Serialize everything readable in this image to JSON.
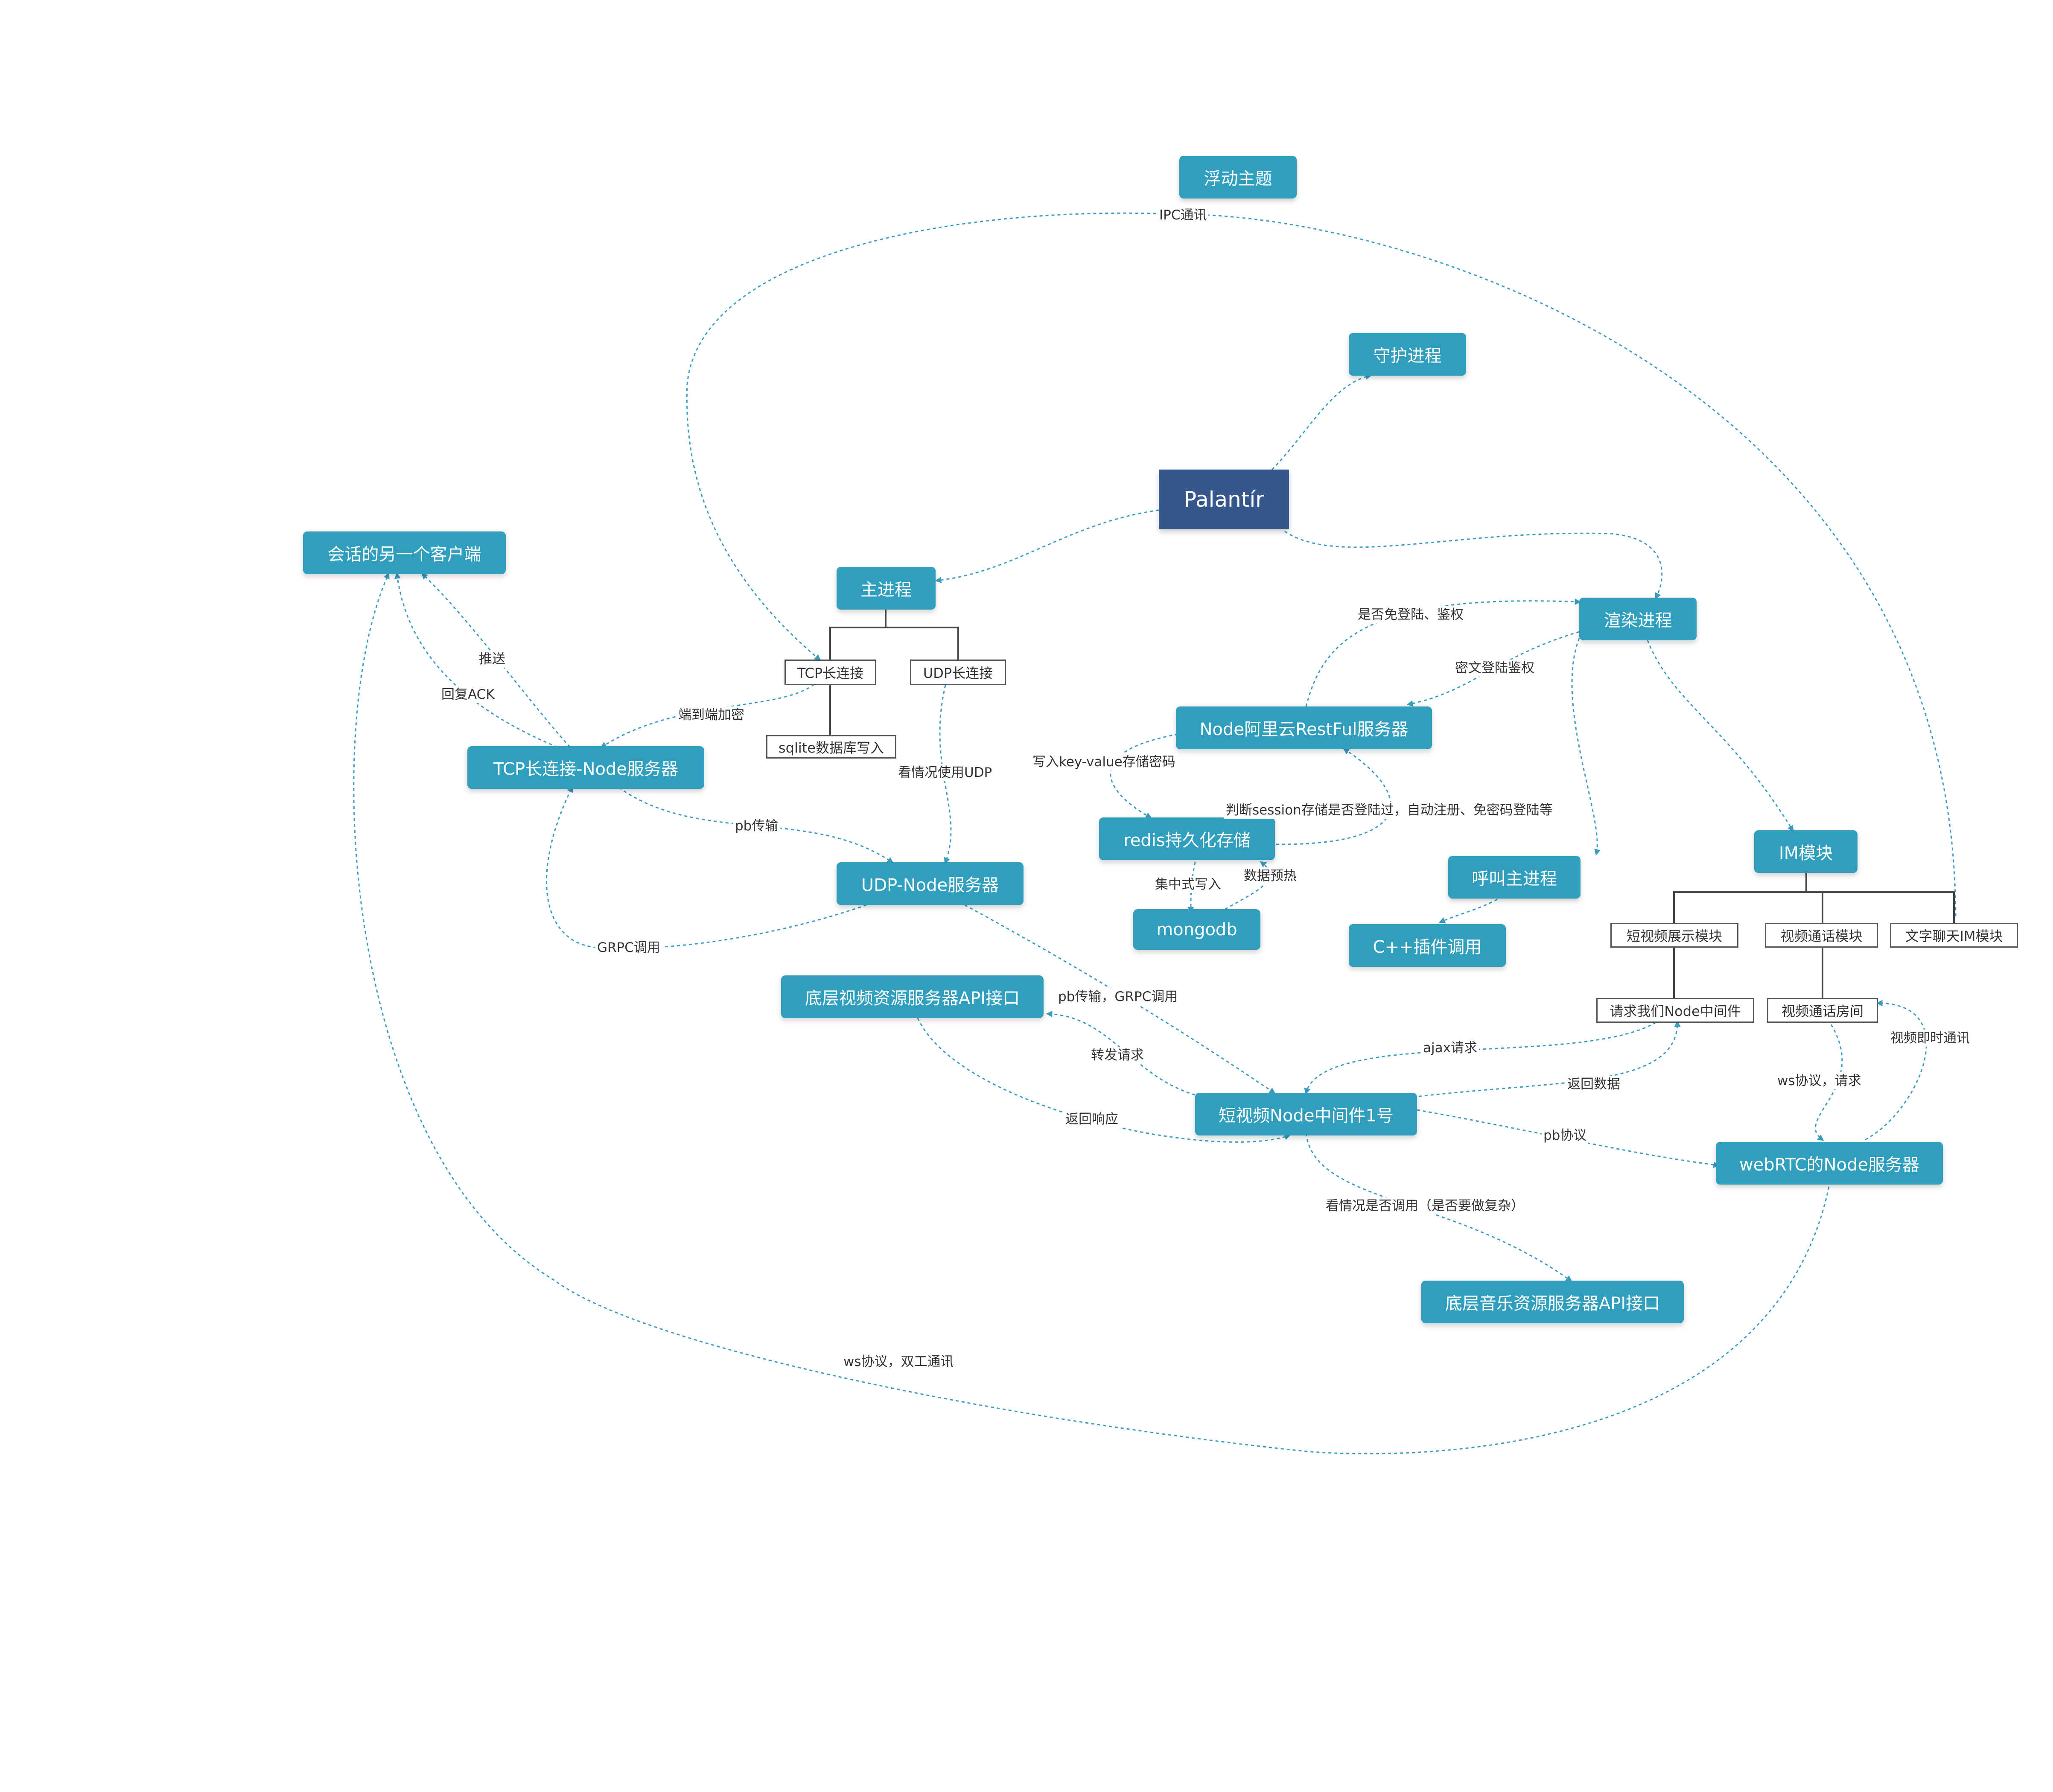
{
  "colors": {
    "topic": "#2f9fbd",
    "root": "#35578c",
    "link": "#3a9dbf",
    "text": "#333333"
  },
  "nodes": {
    "floating": "浮动主题",
    "daemon": "守护进程",
    "root": "Palantír",
    "client": "会话的另一个客户端",
    "main": "主进程",
    "render": "渲染进程",
    "tcp_long": "TCP长连接",
    "udp_long": "UDP长连接",
    "sqlite": "sqlite数据库写入",
    "tcp_node": "TCP长连接-Node服务器",
    "restful": "Node阿里云RestFul服务器",
    "redis": "redis持久化存储",
    "udp_node": "UDP-Node服务器",
    "call": "呼叫主进程",
    "im": "IM模块",
    "mongodb": "mongodb",
    "cpp": "C++插件调用",
    "short_video_display": "短视频展示模块",
    "video_call": "视频通话模块",
    "text_chat": "文字聊天IM模块",
    "video_api": "底层视频资源服务器API接口",
    "req_node": "请求我们Node中间件",
    "call_room": "视频通话房间",
    "mw1": "短视频Node中间件1号",
    "webrtc": "webRTC的Node服务器",
    "music_api": "底层音乐资源服务器API接口"
  },
  "labels": {
    "ipc": "IPC通讯",
    "push": "推送",
    "ack": "回复ACK",
    "e2e": "端到端加密",
    "udp_sometimes": "看情况使用UDP",
    "pb_transfer": "pb传输",
    "grpc": "GRPC调用",
    "login_auth": "是否免登陆、鉴权",
    "cipher_auth": "密文登陆鉴权",
    "kv_write": "写入key-value存储密码",
    "session": "判断session存储是否登陆过，自动注册、免密码登陆等",
    "central_write": "集中式写入",
    "preheat": "数据预热",
    "pb_grpc": "pb传输，GRPC调用",
    "forward": "转发请求",
    "response": "返回响应",
    "ajax": "ajax请求",
    "return_data": "返回数据",
    "ws_req": "ws协议，请求",
    "video_im": "视频即时通讯",
    "pb_proto": "pb协议",
    "maybe_call": "看情况是否调用（是否要做复杂）",
    "ws_duplex": "ws协议，双工通讯"
  }
}
